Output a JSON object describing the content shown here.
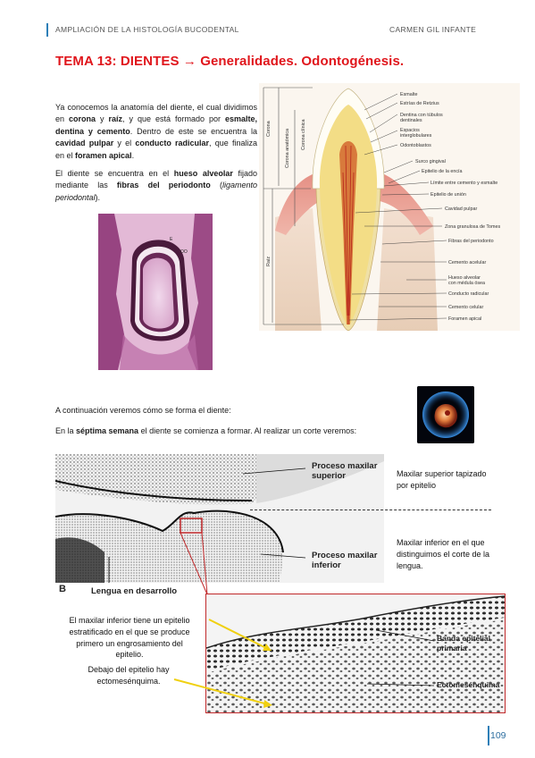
{
  "header": {
    "left": "AMPLIACIÓN DE LA HISTOLOGÍA BUCODENTAL",
    "right": "CARMEN GIL INFANTE"
  },
  "title": "TEMA 13: DIENTES → Generalidades. Odontogénesis.",
  "intro": {
    "p1": [
      "Ya conocemos la anatomía del diente, el cual dividimos en ",
      "corona",
      " y ",
      "raíz",
      ", y que está formado por ",
      "esmalte, dentina y cemento",
      ". Dentro de este se encuentra la ",
      "cavidad pulpar",
      " y el ",
      "conducto radicular",
      ", que finaliza en el ",
      "foramen apical",
      "."
    ],
    "p2": [
      "El diente se encuentra en el ",
      "hueso alveolar",
      " fijado mediante las ",
      "fibras del periodonto",
      " (",
      "ligamento periodontal",
      ")."
    ]
  },
  "histology_labels": [
    "E",
    "OO"
  ],
  "tooth_diagram": {
    "left_labels": [
      "Corona",
      "Corona anatómica",
      "Corona clínica",
      "Raíz"
    ],
    "right_labels": [
      "Esmalte",
      "Estrías de Retzius",
      "Dentina con túbulos",
      "dentinales",
      "Espacios",
      "interglobulares",
      "Odontoblastos",
      "Surco gingival",
      "Epitelio de la encía",
      "Límite entre cemento y esmalte",
      "Epitelio de unión",
      "Cavidad pulpar",
      "Zona granulosa de Tomes",
      "Fibras del periodonto",
      "Cemento acelular",
      "Hueso alveolar",
      "con médula ósea",
      "Conducto radicular",
      "Cemento celular",
      "Foramen apical"
    ]
  },
  "section": {
    "p3": "A continuación veremos cómo se forma el diente:",
    "p4": [
      "En la ",
      "séptima semana",
      " el diente se comienza a formar. Al realizar un corte veremos:"
    ],
    "img_labels": {
      "upper": [
        "Proceso maxilar",
        "superior"
      ],
      "lower": [
        "Proceso maxilar",
        "inferior"
      ],
      "tongue_letter": "B",
      "tongue": "Lengua en desarrollo"
    },
    "right_notes": {
      "upper": [
        "Maxilar superior tapizado",
        "por epitelio"
      ],
      "lower": [
        "Maxilar inferior en el que",
        "distinguimos el corte de la",
        "lengua."
      ]
    }
  },
  "zoom": {
    "labels": {
      "band": [
        "Banda epitelial",
        "primaria"
      ],
      "ecto": "Ectomesénquima"
    },
    "notes": {
      "n1": [
        "El maxilar inferior tiene un epitelio",
        "estratificado en el que se produce",
        "primero un engrosamiento del",
        "epitelio."
      ],
      "n2": [
        "Debajo del epitelio hay",
        "ectomesénquima."
      ]
    }
  },
  "page_number": "109"
}
